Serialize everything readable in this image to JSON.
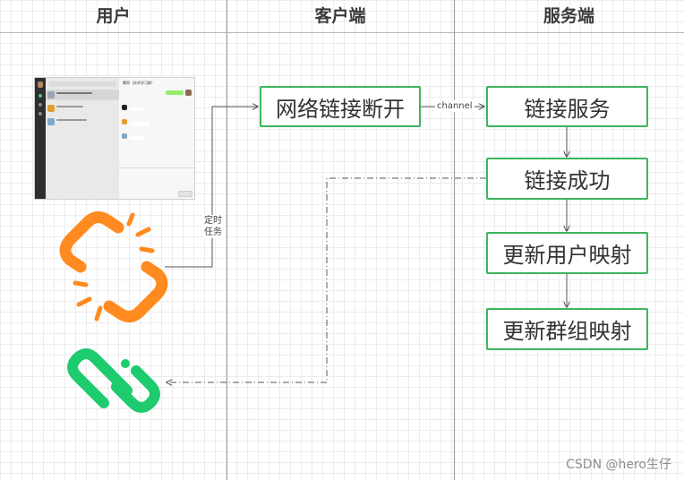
{
  "lanes": {
    "user": "用户",
    "client": "客户端",
    "server": "服务端"
  },
  "nodes": {
    "network_disconnect": "网络链接断开",
    "link_service": "链接服务",
    "link_success": "链接成功",
    "update_user_mapping": "更新用户映射",
    "update_group_mapping": "更新群组映射"
  },
  "edge_labels": {
    "channel": "channel",
    "timer_task_line1": "定时",
    "timer_task_line2": "任务"
  },
  "illustrations": {
    "chat_app": "chat-app-screenshot",
    "broken_link": "broken-link-icon",
    "connected_link": "link-icon"
  },
  "colors": {
    "node_border": "#3cb55c",
    "broken_link": "#ff8a1f",
    "connected_link": "#1ecb6f",
    "edge": "#555555"
  },
  "chat_app": {
    "title": "鹰哥（技术学习群）"
  },
  "watermark": "CSDN @hero生仔"
}
